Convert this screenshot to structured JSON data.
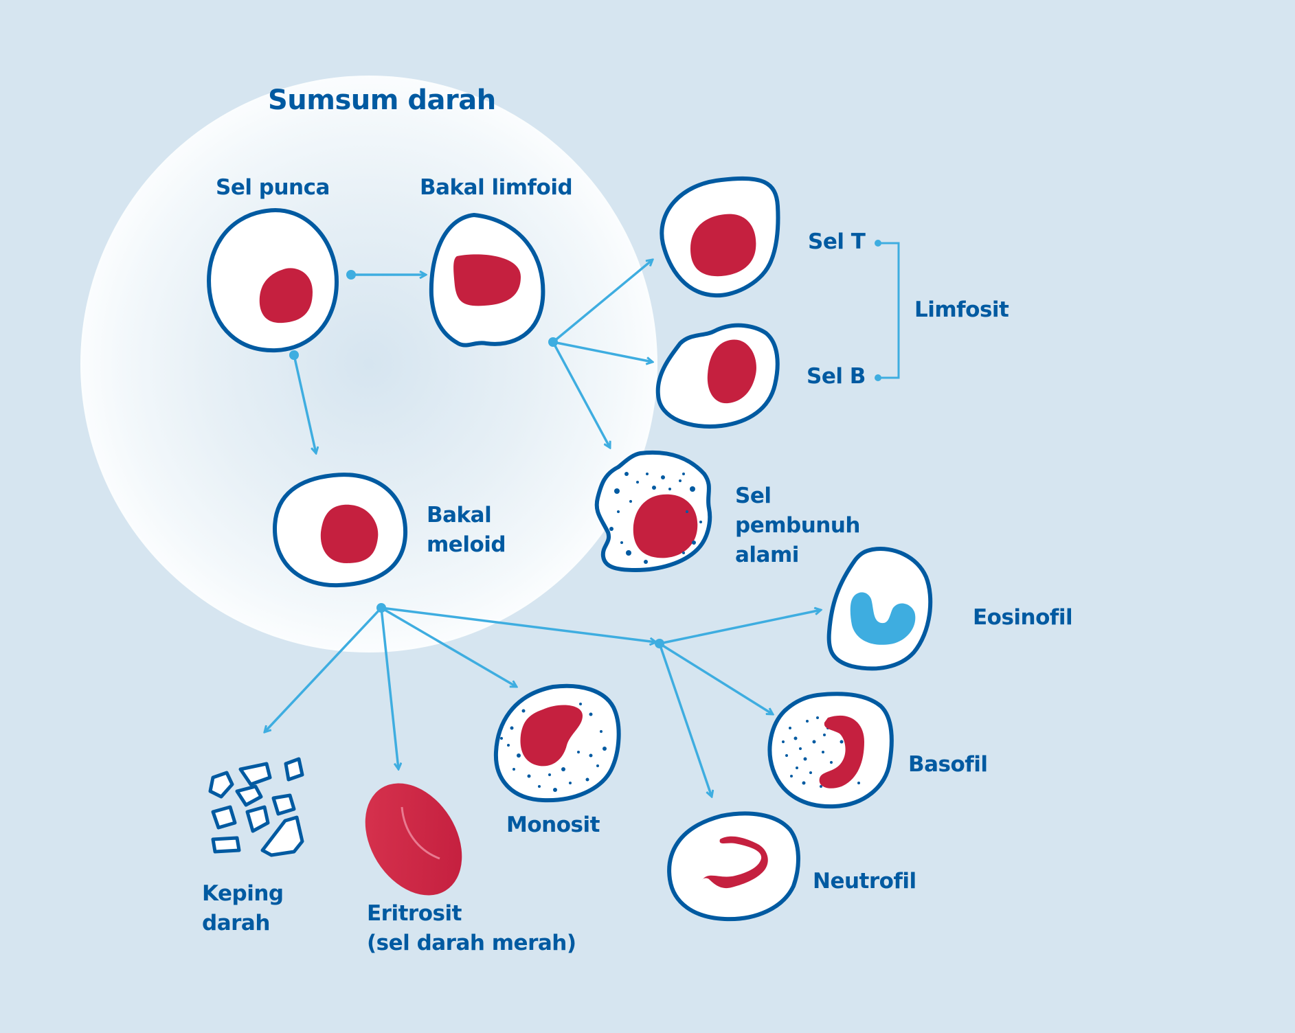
{
  "colors": {
    "background": "#d6e5f0",
    "glow": "#ffffff",
    "outline": "#005aa1",
    "nucleus": "#c5203f",
    "eosinophil_nucleus": "#3eade0",
    "arrow": "#3eade0",
    "text": "#005aa1"
  },
  "labels": {
    "bone_marrow": "Sumsum darah",
    "stem_cell": "Sel punca",
    "lymphoid_progenitor": "Bakal limfoid",
    "myeloid_progenitor_1": "Bakal",
    "myeloid_progenitor_2": "meloid",
    "t_cell": "Sel T",
    "b_cell": "Sel B",
    "lymphocytes": "Limfosit",
    "nk_cell_1": "Sel",
    "nk_cell_2": "pembunuh",
    "nk_cell_3": "alami",
    "eosinophil": "Eosinofil",
    "basophil": "Basofil",
    "neutrophil": "Neutrofil",
    "monocyte": "Monosit",
    "erythrocyte_1": "Eritrosit",
    "erythrocyte_2": "(sel darah merah)",
    "platelets_1": "Keping",
    "platelets_2": "darah"
  },
  "icons": [
    "stem-cell-icon",
    "lymphoid-progenitor-icon",
    "myeloid-progenitor-icon",
    "t-cell-icon",
    "b-cell-icon",
    "nk-cell-icon",
    "eosinophil-icon",
    "basophil-icon",
    "neutrophil-icon",
    "monocyte-icon",
    "erythrocyte-icon",
    "platelets-icon"
  ]
}
